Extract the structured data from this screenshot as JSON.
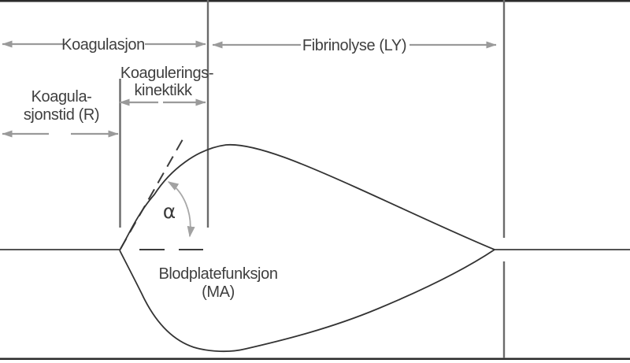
{
  "diagram": {
    "labels": {
      "coagulation_phase": "Koagulasjon",
      "fibrinolysis_phase": "Fibrinolyse (LY)",
      "kinetics_line1": "Koagulerings-",
      "kinetics_line2": "kinektikk",
      "r_time_line1": "Koagula-",
      "r_time_line2": "sjonstid (R)",
      "alpha_angle": "α",
      "ma_line1": "Blodplatefunksjon",
      "ma_line2": "(MA)"
    },
    "colors": {
      "background": "#ffffff",
      "text": "#3f3f3f",
      "curve": "#333333",
      "frame_border": "#2b2b2b",
      "divider_line": "#6a6a6a",
      "measure_arrow": "#9a9a9a",
      "angle_arc": "#a8a8a8",
      "dashed_line": "#3c3c3c"
    }
  }
}
